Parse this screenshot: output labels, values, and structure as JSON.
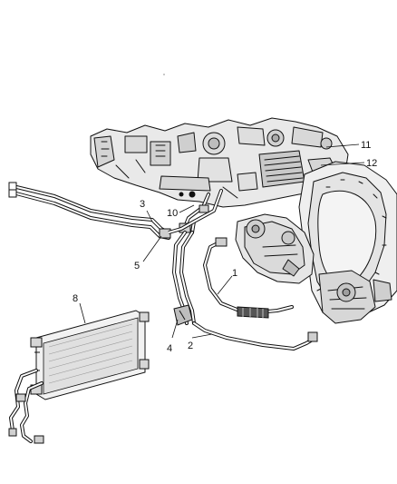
{
  "callouts": {
    "c1": "1",
    "c2": "2",
    "c3": "3",
    "c4": "4",
    "c5": "5",
    "c8": "8",
    "c10": "10",
    "c11": "11",
    "c12": "12"
  },
  "colors": {
    "ink": "#111111",
    "paper": "#ffffff",
    "shade": "#c9c9c9"
  }
}
